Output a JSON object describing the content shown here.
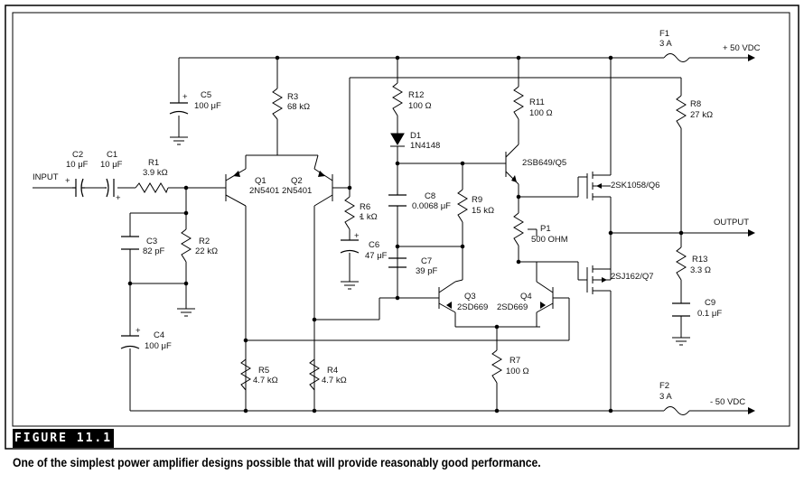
{
  "figure": {
    "label": "FIGURE 11.1",
    "caption": "One of the simplest power amplifier designs possible that will provide reasonably good performance."
  },
  "schematic": {
    "input_label": "INPUT",
    "output_label": "OUTPUT",
    "supply_pos": "+ 50 VDC",
    "supply_neg": "- 50 VDC",
    "components": [
      {
        "id": "c2",
        "name": "C2",
        "value": "10 μF"
      },
      {
        "id": "c1",
        "name": "C1",
        "value": "10 μF"
      },
      {
        "id": "r1",
        "name": "R1",
        "value": "3.9 kΩ"
      },
      {
        "id": "c5",
        "name": "C5",
        "value": "100 μF"
      },
      {
        "id": "r3",
        "name": "R3",
        "value": "68 kΩ"
      },
      {
        "id": "q1",
        "name": "Q1",
        "value": "2N5401"
      },
      {
        "id": "q2",
        "name": "Q2",
        "value": "2N5401"
      },
      {
        "id": "c3",
        "name": "C3",
        "value": "82 pF"
      },
      {
        "id": "r2",
        "name": "R2",
        "value": "22 kΩ"
      },
      {
        "id": "c4",
        "name": "C4",
        "value": "100 μF"
      },
      {
        "id": "r5",
        "name": "R5",
        "value": "4.7 kΩ"
      },
      {
        "id": "r4",
        "name": "R4",
        "value": "4.7 kΩ"
      },
      {
        "id": "r6",
        "name": "R6",
        "value": "1 kΩ"
      },
      {
        "id": "c6",
        "name": "C6",
        "value": "47 μF"
      },
      {
        "id": "r12",
        "name": "R12",
        "value": "100 Ω"
      },
      {
        "id": "d1",
        "name": "D1",
        "value": "1N4148"
      },
      {
        "id": "c8",
        "name": "C8",
        "value": "0.0068 μF"
      },
      {
        "id": "c7",
        "name": "C7",
        "value": "39 pF"
      },
      {
        "id": "r9",
        "name": "R9",
        "value": "15 kΩ"
      },
      {
        "id": "r11",
        "name": "R11",
        "value": "100 Ω"
      },
      {
        "id": "q5",
        "name": "",
        "value": "2SB649/Q5"
      },
      {
        "id": "p1",
        "name": "P1",
        "value": "500 OHM"
      },
      {
        "id": "q3",
        "name": "Q3",
        "value": "2SD669"
      },
      {
        "id": "q4",
        "name": "Q4",
        "value": "2SD669"
      },
      {
        "id": "r7",
        "name": "R7",
        "value": "100 Ω"
      },
      {
        "id": "q6",
        "name": "",
        "value": "2SK1058/Q6"
      },
      {
        "id": "q7",
        "name": "",
        "value": "2SJ162/Q7"
      },
      {
        "id": "r8",
        "name": "R8",
        "value": "27 kΩ"
      },
      {
        "id": "r13",
        "name": "R13",
        "value": "3.3 Ω"
      },
      {
        "id": "c9",
        "name": "C9",
        "value": "0.1 μF"
      },
      {
        "id": "f1",
        "name": "F1",
        "value": "3 A"
      },
      {
        "id": "f2",
        "name": "F2",
        "value": "3 A"
      }
    ],
    "polarity_plus": "+"
  }
}
